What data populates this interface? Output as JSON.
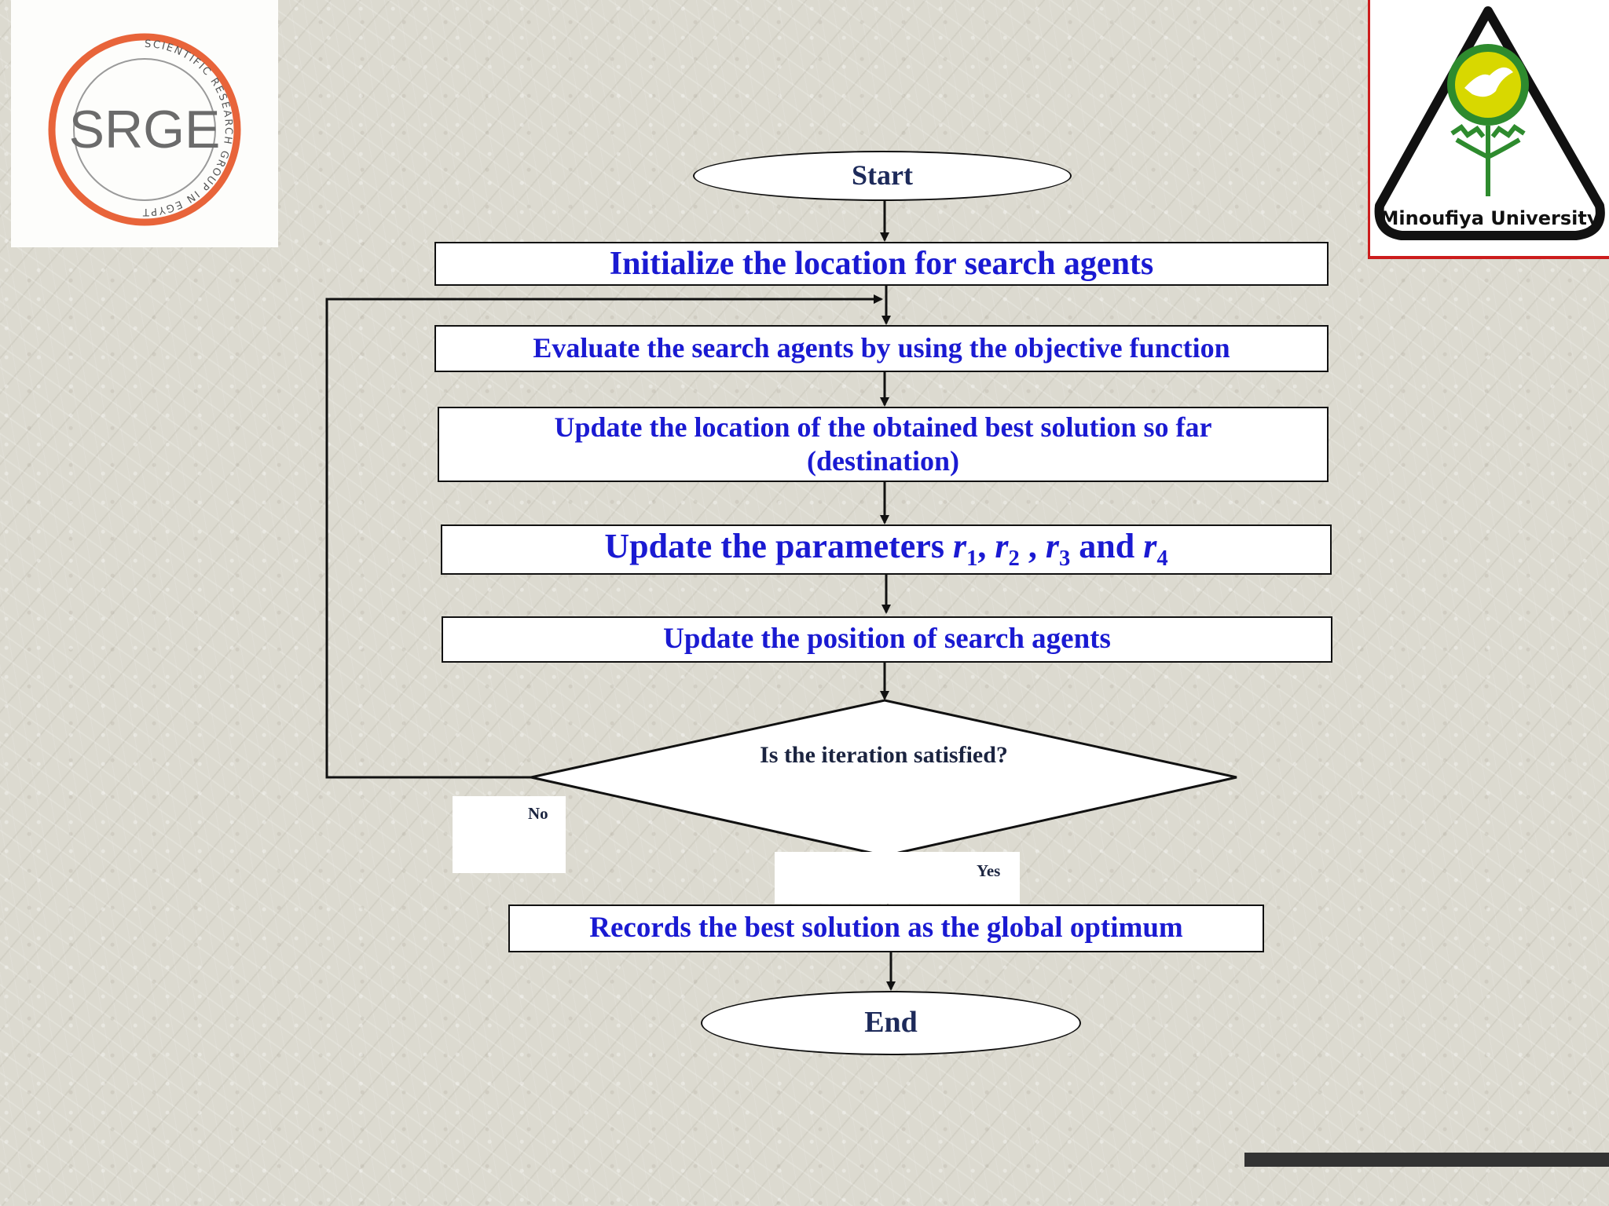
{
  "logos": {
    "left": {
      "text": "SRGE",
      "ring_text": "SCIENTIFIC RESEARCH GROUP IN EGYPT",
      "icon": "srge-logo"
    },
    "right": {
      "text": "Minoufiya University",
      "icon": "minoufiya-university-logo"
    }
  },
  "flowchart": {
    "start": "Start",
    "step_initialize": "Initialize the location for search agents",
    "step_evaluate": "Evaluate the search agents by using the objective function",
    "step_update_best_line1": "Update the location of the obtained best solution so far",
    "step_update_best_line2": "(destination)",
    "step_update_params": {
      "prefix": "Update the parameters ",
      "r": "r",
      "sub1": "1",
      "sub2": "2",
      "sub3": "3",
      "sub4": "4",
      "and": " and "
    },
    "step_update_position": "Update the position of search agents",
    "decision": "Is the iteration satisfied?",
    "no_label": "No",
    "yes_label": "Yes",
    "step_record": "Records the best solution as the global optimum",
    "end": "End"
  },
  "colors": {
    "text_blue": "#1a1ad2",
    "dark_text": "#1b2440",
    "brand_orange": "#e8643a",
    "univ_red": "#cc1c1c",
    "univ_green": "#2e8b2e"
  }
}
